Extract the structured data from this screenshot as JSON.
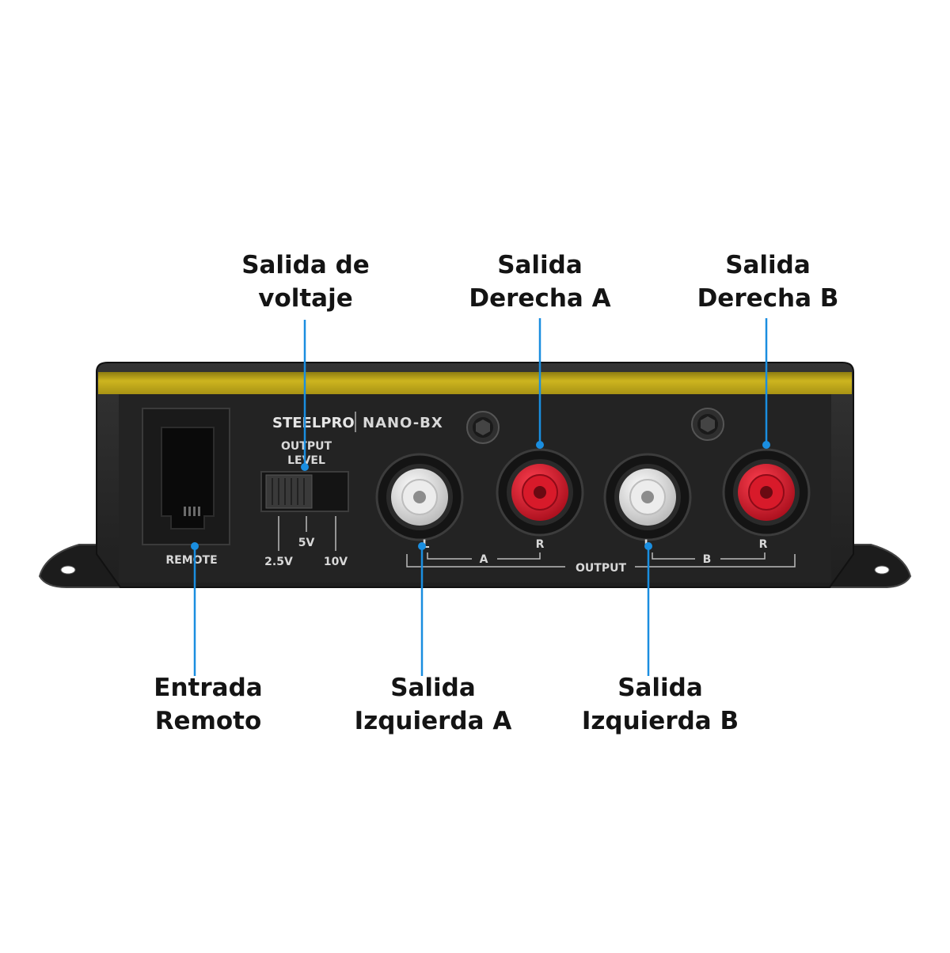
{
  "callouts": {
    "output_voltage": {
      "line1": "Salida de",
      "line2": "voltaje"
    },
    "right_a": {
      "line1": "Salida",
      "line2": "Derecha A"
    },
    "right_b": {
      "line1": "Salida",
      "line2": "Derecha B"
    },
    "remote_input": {
      "line1": "Entrada",
      "line2": "Remoto"
    },
    "left_a": {
      "line1": "Salida",
      "line2": "Izquierda A"
    },
    "left_b": {
      "line1": "Salida",
      "line2": "Izquierda B"
    }
  },
  "panel": {
    "brand": "STEELPRO",
    "model": "NANO-BX",
    "remote_label": "REMOTE",
    "output_level_line1": "OUTPUT",
    "output_level_line2": "LEVEL",
    "voltage_low": "2.5V",
    "voltage_mid": "5V",
    "voltage_high": "10V",
    "channel_left": "L",
    "channel_right": "R",
    "group_a": "A",
    "group_b": "B",
    "output_label": "OUTPUT"
  },
  "colors": {
    "callout_line": "#1a8ee0",
    "panel_body": "#2a2a2a",
    "yellow_strip": "#c9b21c",
    "rca_white": "#e8e8e8",
    "rca_red": "#d81a2a",
    "label_text": "#d8d8d8",
    "callout_text": "#141414"
  }
}
